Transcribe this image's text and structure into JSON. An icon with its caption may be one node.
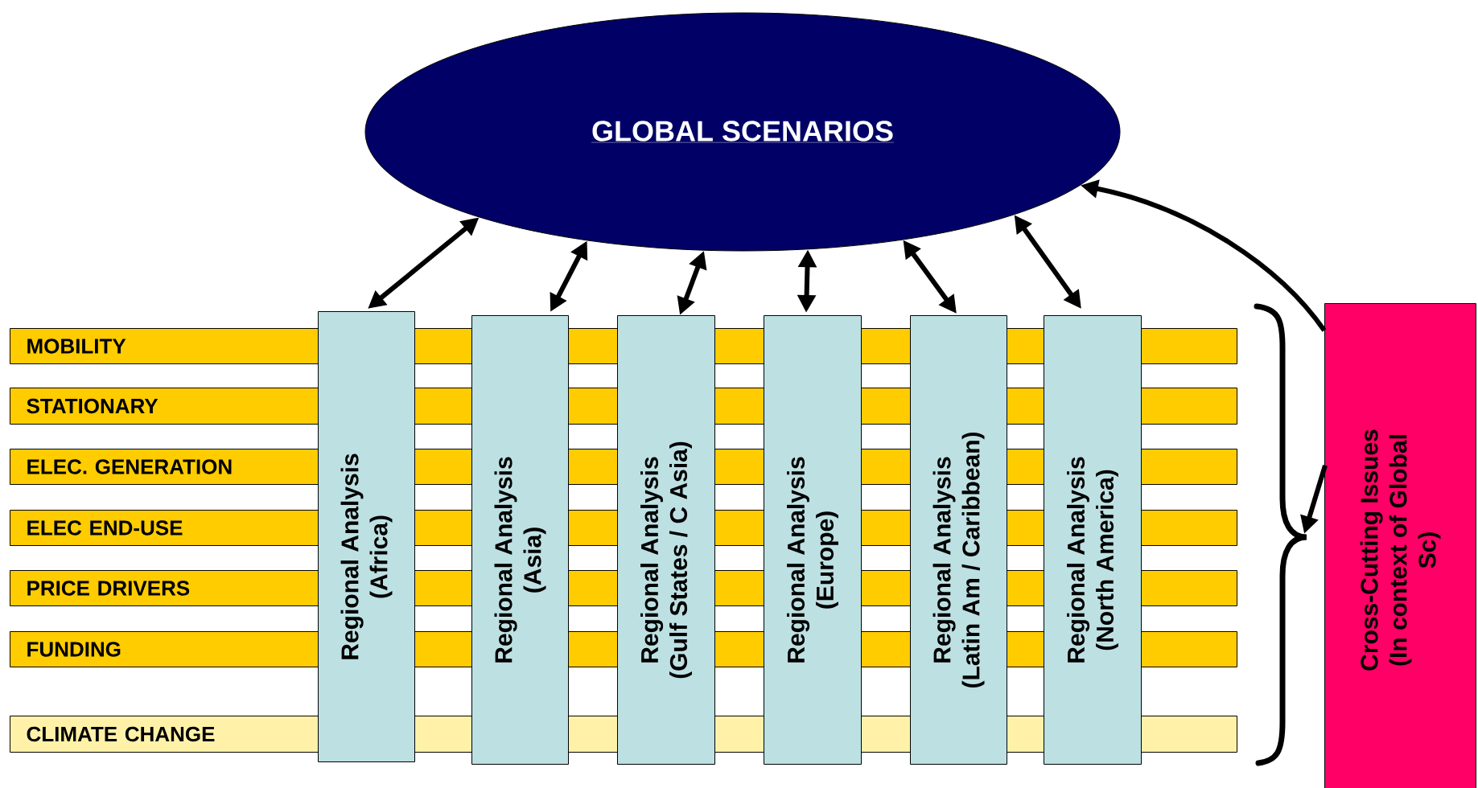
{
  "diagram": {
    "nodes": [
      {
        "text": [
          "GLOBAL SCENARIOS"
        ]
      },
      {
        "text": [
          "MOBILITY"
        ]
      },
      {
        "text": [
          "STATIONARY"
        ]
      },
      {
        "text": [
          "ELEC. GENERATION"
        ]
      },
      {
        "text": [
          "ELEC END-USE"
        ]
      },
      {
        "text": [
          "PRICE DRIVERS"
        ]
      },
      {
        "text": [
          "FUNDING"
        ]
      },
      {
        "text": [
          "CLIMATE CHANGE"
        ]
      },
      {
        "text": [
          "Regional Analysis (Africa)"
        ]
      },
      {
        "text": [
          "Regional Analysis (Asia)"
        ]
      },
      {
        "text": [
          "Regional Analysis (Gulf States / C Asia)"
        ]
      },
      {
        "text": [
          "Regional Analysis (Europe)"
        ]
      },
      {
        "text": [
          "Regional Analysis (Latin Am / Caribbean)"
        ]
      },
      {
        "text": [
          "Regional Analysis (North America)"
        ]
      },
      {
        "text": [
          "Cross-Cutting Issues (In context of Global Sc)"
        ]
      },
      {
        "text": [],
        "shape": "brace"
      }
    ],
    "edges": [
      {
        "from": 0,
        "to": 8,
        "arrow": "both"
      },
      {
        "from": 0,
        "to": 9,
        "arrow": "both"
      },
      {
        "from": 0,
        "to": 10,
        "arrow": "both"
      },
      {
        "from": 0,
        "to": 11,
        "arrow": "both"
      },
      {
        "from": 0,
        "to": 12,
        "arrow": "both"
      },
      {
        "from": 0,
        "to": 13,
        "arrow": "both"
      },
      {
        "from": 14,
        "to": 0,
        "arrow": "to"
      },
      {
        "from": 14,
        "to": 15,
        "arrow": "to"
      }
    ]
  }
}
